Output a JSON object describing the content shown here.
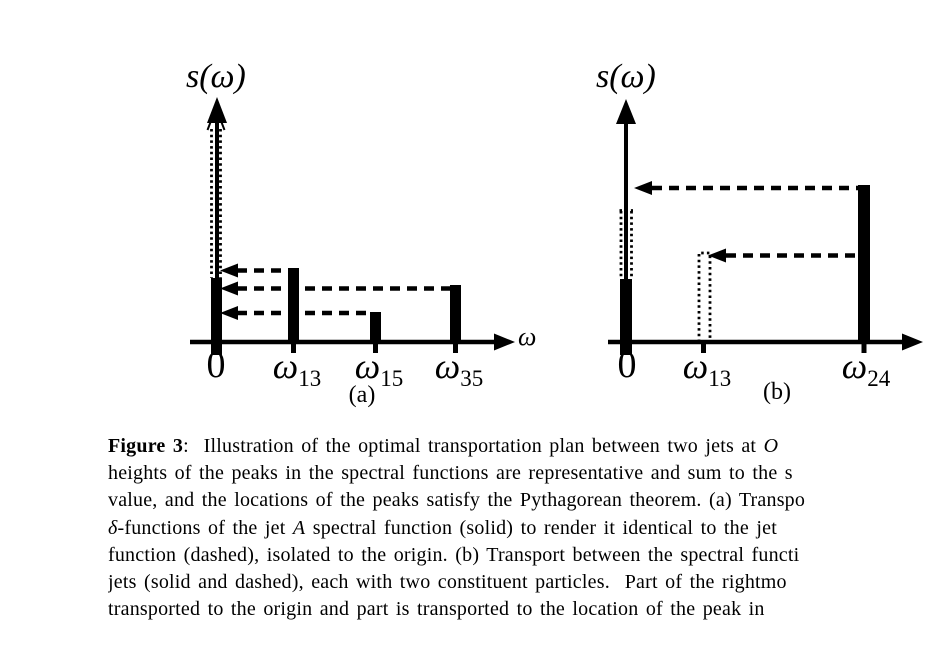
{
  "figure": {
    "ink_color": "#000000",
    "background_color": "#ffffff",
    "panel_a": {
      "ylabel": "s(ω)",
      "xlabel": "ω",
      "label": "(a)",
      "ticks": [
        {
          "base": "0",
          "sub": ""
        },
        {
          "base": "ω",
          "sub": "13"
        },
        {
          "base": "ω",
          "sub": "15"
        },
        {
          "base": "ω",
          "sub": "35"
        }
      ],
      "solid_peaks": "delta functions at 0, ω13, ω15, ω35",
      "dashed_peaks": "tall dotted arrow at 0",
      "transport_arrows": "ω13→0, ω35→0, ω15→0"
    },
    "panel_b": {
      "ylabel": "s(ω)",
      "label": "(b)",
      "ticks": [
        {
          "base": "0",
          "sub": ""
        },
        {
          "base": "ω",
          "sub": "13"
        },
        {
          "base": "ω",
          "sub": "24"
        }
      ],
      "solid_peaks": "delta functions at 0 and ω24",
      "dashed_peaks": "dotted peaks at 0 and ω13",
      "transport_arrows": "ω24→0, ω24→ω13"
    }
  },
  "caption": {
    "lines": [
      {
        "seg0": "Figure 3",
        "seg1": ":  Illustration of the optimal transportation plan between two jets at ",
        "seg2": "O"
      },
      {
        "seg0": "heights of the peaks in the spectral functions are representative and sum to the s"
      },
      {
        "seg0": "value, and the locations of the peaks satisfy the Pythagorean theorem. (a) Transpo"
      },
      {
        "seg0": "δ",
        "seg1": "-functions of the jet ",
        "seg2": "A",
        "seg3": " spectral function (solid) to render it identical to the jet"
      },
      {
        "seg0": "function (dashed), isolated to the origin. (b) Transport between the spectral functi"
      },
      {
        "seg0": "jets (solid and dashed), each with two constituent particles.  Part of the rightmo"
      },
      {
        "seg0": "transported to the origin and part is transported to the location of the peak in"
      }
    ]
  }
}
